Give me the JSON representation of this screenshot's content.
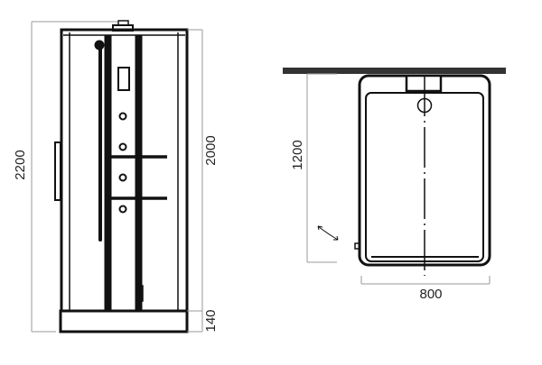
{
  "front_view": {
    "total_height": "2200",
    "cabin_height": "2000",
    "tray_height": "140"
  },
  "plan_view": {
    "depth": "1200",
    "width": "800"
  },
  "colors": {
    "line": "#111111",
    "dim": "#888888",
    "wall": "#333333"
  }
}
